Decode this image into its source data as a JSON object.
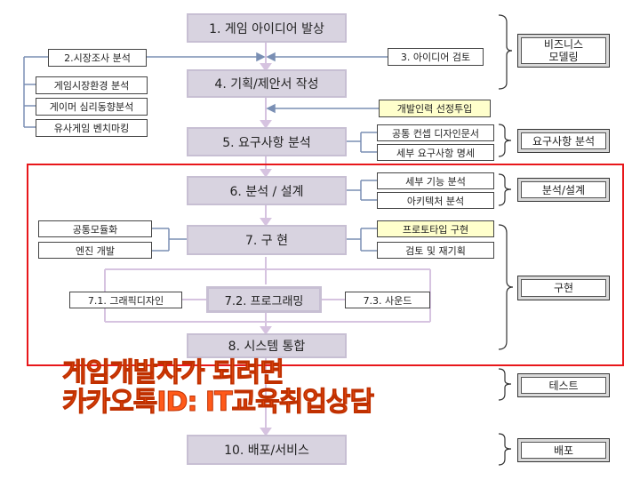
{
  "main_steps": {
    "s1": "1. 게임 아이디어 발상",
    "s4": "4. 기획/제안서 작성",
    "s5": "5. 요구사항 분석",
    "s6": "6. 분석 / 설계",
    "s7": "7. 구    현",
    "s8": "8. 시스템 통합",
    "s10": "10. 배포/서비스"
  },
  "left_boxes": {
    "market_research": "2.시장조사 분석",
    "market_env": "게임시장환경 분석",
    "gamer_psych": "게이머 심리동향분석",
    "benchmark": "유사게임 벤치마킹",
    "common_module": "공통모듈화",
    "engine_dev": "엔진 개발",
    "graphic_design": "7.1. 그래픽디자인"
  },
  "right_boxes": {
    "idea_review": "3. 아이디어 검토",
    "dev_staff": "개발인력 선정투입",
    "common_concept": "공통 컨셉 디자인문서",
    "detail_spec": "세부 요구사항 명세",
    "detail_func": "세부 기능 분석",
    "architecture": "아키텍처 분석",
    "prototype": "프로토타입 구현",
    "review_replan": "검토 및 재기획",
    "sound": "7.3. 사운드"
  },
  "center_inner": {
    "programming": "7.2. 프로그래밍"
  },
  "stages": {
    "business_line1": "비즈니스",
    "business_line2": "모델링",
    "requirements": "요구사항 분석",
    "analysis_design": "분석/설계",
    "implementation": "구현",
    "test": "테스트",
    "deploy": "배포"
  },
  "watermark": {
    "line1": "게임개발자가 되려면",
    "line2": "카카오톡ID: IT교육취업상담"
  }
}
